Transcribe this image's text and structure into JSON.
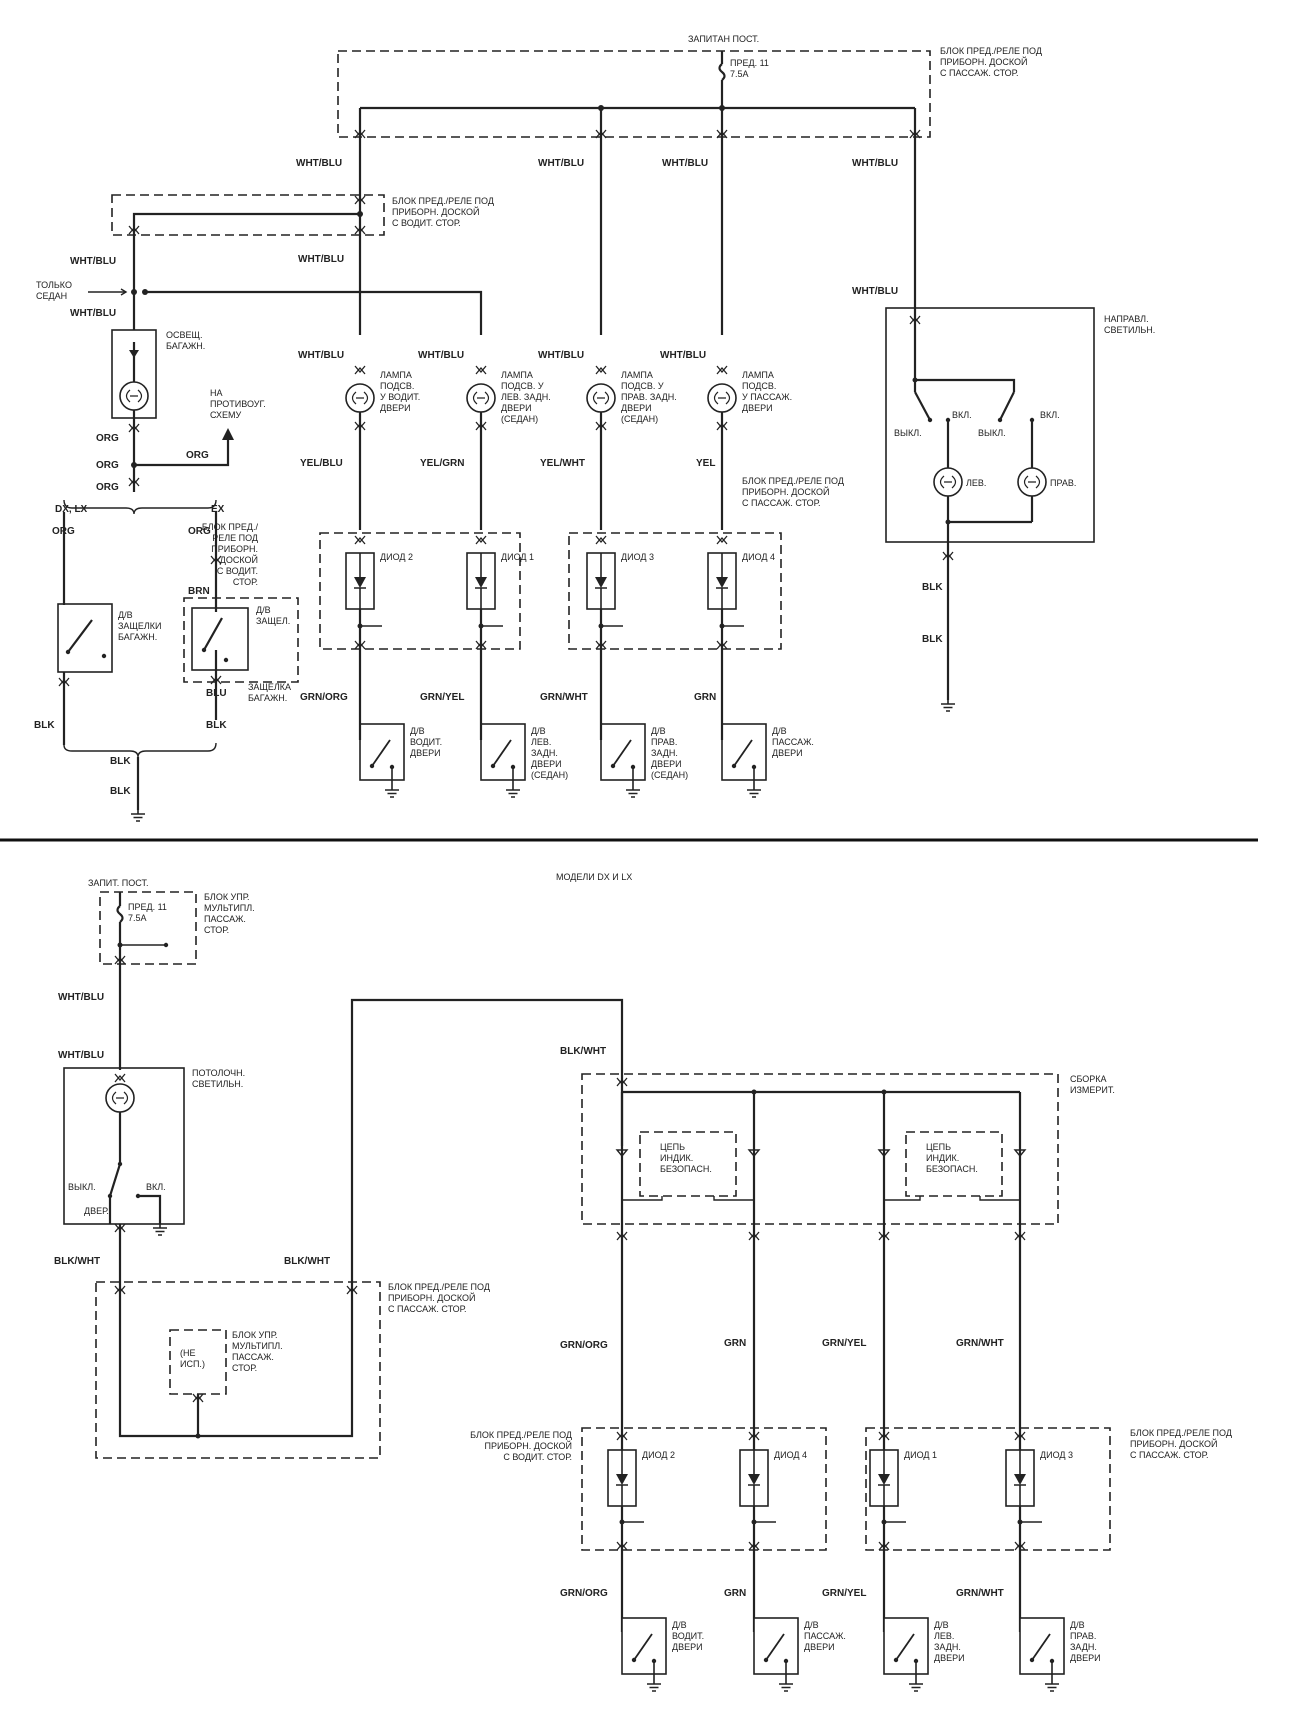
{
  "top": {
    "constant_power": "ЗАПИТАН ПОСТ.",
    "passenger_fuse_block": "БЛОК ПРЕД./РЕЛЕ ПОД\nПРИБОРН. ДОСКОЙ\nС ПАССАЖ. СТОР.",
    "fuse": "ПРЕД. 11\n7.5А",
    "driver_fuse_block": "БЛОК ПРЕД./РЕЛЕ ПОД\nПРИБОРН. ДОСКОЙ\nС ВОДИТ. СТОР.",
    "sedan_only": "ТОЛЬКО\nСЕДАН",
    "trunk_light": "ОСВЕЩ.\nБАГАЖН.",
    "to_opposite": "НА\nПРОТИВОУГ.\nСХЕМУ",
    "variant_dxlx": "DX, LX",
    "variant_ex": "EX",
    "trunk_latch_switch": "Д/В\nЗАЩЕЛКИ\nБАГАЖН.",
    "latch_switch": "Д/В\nЗАЩЕЛ.",
    "trunk_latch": "ЗАЩЕЛКА\nБАГАЖН.",
    "lamp_driver": "ЛАМПА\nПОДСВ.\nУ ВОДИТ.\nДВЕРИ",
    "lamp_left_rear": "ЛАМПА\nПОДСВ. У\nЛЕВ. ЗАДН.\nДВЕРИ\n(СЕДАН)",
    "lamp_right_rear": "ЛАМПА\nПОДСВ. У\nПРАВ. ЗАДН.\nДВЕРИ\n(СЕДАН)",
    "lamp_passenger": "ЛАМПА\nПОДСВ.\nУ ПАССАЖ.\nДВЕРИ",
    "driver_diode_block": "БЛОК ПРЕД./\nРЕЛЕ ПОД\nПРИБОРН.\nДОСКОЙ\nС ВОДИТ.\nСТОР.",
    "passenger_diode_block": "БЛОК ПРЕД./РЕЛЕ ПОД\nПРИБОРН. ДОСКОЙ\nС ПАССАЖ. СТОР.",
    "diode_1": "ДИОД 1",
    "diode_2": "ДИОД 2",
    "diode_3": "ДИОД 3",
    "diode_4": "ДИОД 4",
    "sw_driver": "Д/В\nВОДИТ.\nДВЕРИ",
    "sw_left_rear": "Д/В\nЛЕВ.\nЗАДН.\nДВЕРИ\n(СЕДАН)",
    "sw_right_rear": "Д/В\nПРАВ.\nЗАДН.\nДВЕРИ\n(СЕДАН)",
    "sw_passenger": "Д/В\nПАССАЖ.\nДВЕРИ",
    "spot_lights": "НАПРАВЛ.\nСВЕТИЛЬН.",
    "off": "ВЫКЛ.",
    "on": "ВКЛ.",
    "left": "ЛЕВ.",
    "right": "ПРАВ."
  },
  "bottom": {
    "models": "МОДЕЛИ DX И LX",
    "constant_power": "ЗАПИТ. ПОСТ.",
    "mux_unit": "БЛОК УПР.\nМУЛЬТИПЛ.\nПАССАЖ.\nСТОР.",
    "fuse": "ПРЕД. 11\n7.5А",
    "ceiling_light": "ПОТОЛОЧН.\nСВЕТИЛЬН.",
    "off": "ВЫКЛ.",
    "on": "ВКЛ.",
    "door": "ДВЕР.",
    "passenger_fuse_block": "БЛОК ПРЕД./РЕЛЕ ПОД\nПРИБОРН. ДОСКОЙ\nС ПАССАЖ. СТОР.",
    "not_used": "(НЕ\nИСП.)",
    "gauge_assembly": "СБОРКА\nИЗМЕРИТ.",
    "safety_indicator": "ЦЕПЬ\nИНДИК.\nБЕЗОПАСН.",
    "driver_diode_block": "БЛОК ПРЕД./РЕЛЕ ПОД\nПРИБОРН. ДОСКОЙ\nС ВОДИТ. СТОР.",
    "passenger_diode_block": "БЛОК ПРЕД./РЕЛЕ ПОД\nПРИБОРН. ДОСКОЙ\nС ПАССАЖ. СТОР.",
    "diode_1": "ДИОД 1",
    "diode_2": "ДИОД 2",
    "diode_3": "ДИОД 3",
    "diode_4": "ДИОД 4",
    "sw_driver": "Д/В\nВОДИТ.\nДВЕРИ",
    "sw_passenger": "Д/В\nПАССАЖ.\nДВЕРИ",
    "sw_left_rear": "Д/В\nЛЕВ.\nЗАДН.\nДВЕРИ",
    "sw_right_rear": "Д/В\nПРАВ.\nЗАДН.\nДВЕРИ"
  },
  "wires": {
    "wht_blu": "WHT/BLU",
    "yel_blu": "YEL/BLU",
    "yel_grn": "YEL/GRN",
    "yel_wht": "YEL/WHT",
    "yel": "YEL",
    "grn_org": "GRN/ORG",
    "grn_yel": "GRN/YEL",
    "grn_wht": "GRN/WHT",
    "grn": "GRN",
    "org": "ORG",
    "brn": "BRN",
    "blu": "BLU",
    "blk": "BLK",
    "blk_wht": "BLK/WHT"
  }
}
